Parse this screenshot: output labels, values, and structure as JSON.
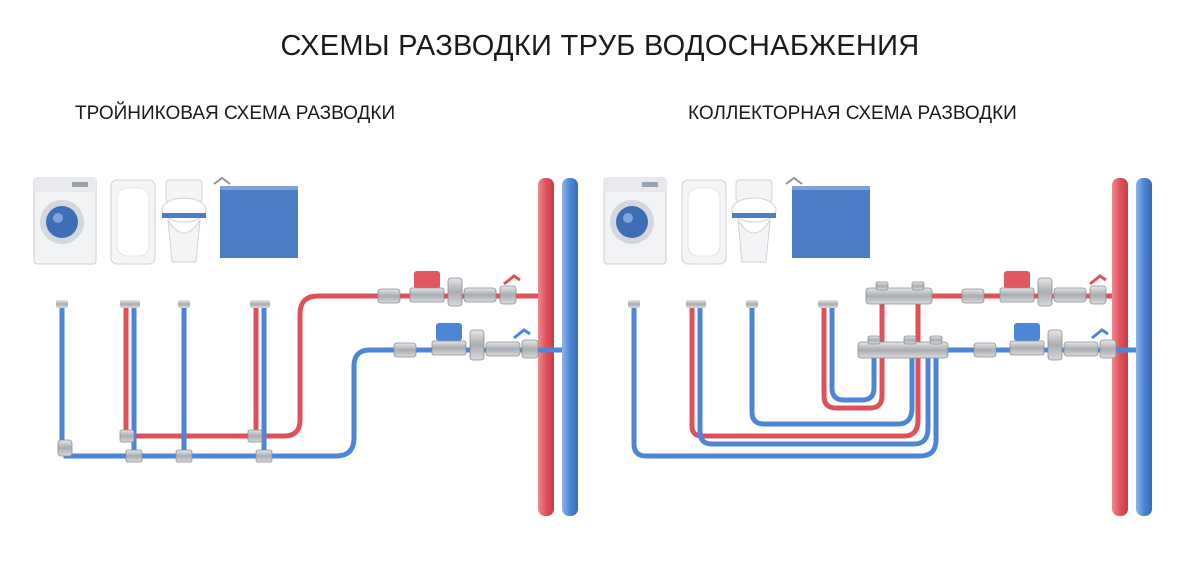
{
  "header": {
    "title": "СХЕМЫ РАЗВОДКИ ТРУБ ВОДОСНАБЖЕНИЯ"
  },
  "schemes": [
    {
      "title": "ТРОЙНИКОВАЯ СХЕМА РАЗВОДКИ"
    },
    {
      "title": "КОЛЛЕКТОРНАЯ СХЕМА РАЗВОДКИ"
    }
  ],
  "appliances": [
    "washing-machine-icon",
    "bathtub-icon",
    "toilet-icon",
    "sink-cabinet-icon"
  ],
  "colors": {
    "hot_pipe": "#e0505a",
    "cold_pipe": "#4d86d6",
    "fixture_blue": "#4c7cc4",
    "fitting_metal": "#b9bcc0",
    "text": "#1a1a1a"
  }
}
